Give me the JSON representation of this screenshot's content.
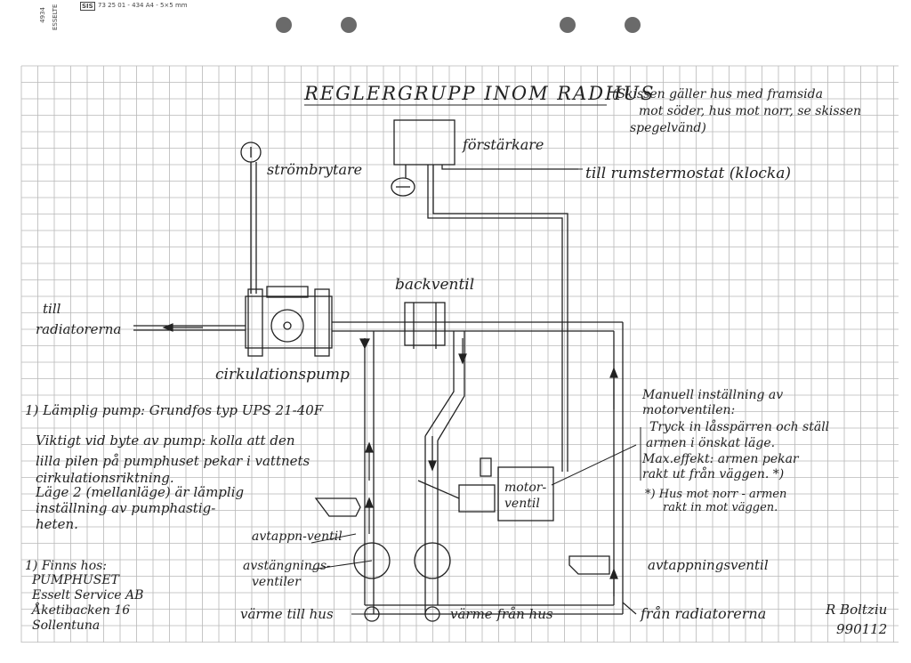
{
  "header": {
    "brand": "ESSELTE",
    "code": "4934",
    "sis": "SIS",
    "paper_spec": "73 25 01 - 434 A4 - 5×5 mm"
  },
  "title": "REGLERGRUPP INOM RADHUS",
  "note_top": [
    "(Skissen gäller hus med framsida",
    "mot söder, hus mot norr, se skissen",
    "spegelvänd)"
  ],
  "labels": {
    "forstarkare": "förstärkare",
    "strombrytare": "strömbrytare",
    "till_rumstermostat": "till rumstermostat (klocka)",
    "backventil": "backventil",
    "till_radiatorerna": [
      "till",
      "radiatorerna"
    ],
    "cirkulationspump": "cirkulationspump",
    "motorventil": [
      "motor-",
      "ventil"
    ],
    "avtappn_ventil": "avtappn-ventil",
    "avstangningsventiler": [
      "avstängnings-",
      "ventiler"
    ],
    "avtappningsventil": "avtappningsventil",
    "varme_till_hus": "värme till hus",
    "varme_fran_hus": "värme från hus",
    "fran_radiatorerna": "från radiatorerna"
  },
  "pump_note": [
    "1) Lämplig pump: Grundfos typ UPS 21-40F",
    "Viktigt vid byte av pump: kolla att den",
    "lilla pilen på pumphuset pekar i vattnets",
    "cirkulationsriktning.",
    "Läge 2 (mellanläge) är lämplig",
    "inställning av pumphastig-",
    "heten."
  ],
  "motor_note": [
    "Manuell inställning av",
    "motorventilen:",
    "Tryck in låsspärren och ställ",
    "armen i önskat läge.",
    "Max.effekt: armen pekar",
    "rakt ut från väggen. *)"
  ],
  "house_note": [
    "*) Hus mot norr - armen",
    "rakt in mot väggen."
  ],
  "supplier": [
    "1) Finns hos:",
    "PUMPHUSET",
    "Esselt Service AB",
    "Åketibacken 16",
    "Sollentuna"
  ],
  "signature": [
    "R Boltziu",
    "990112"
  ],
  "colors": {
    "grid": "#b8b8b8",
    "ink": "#222222",
    "hole": "#6a6a6a"
  }
}
